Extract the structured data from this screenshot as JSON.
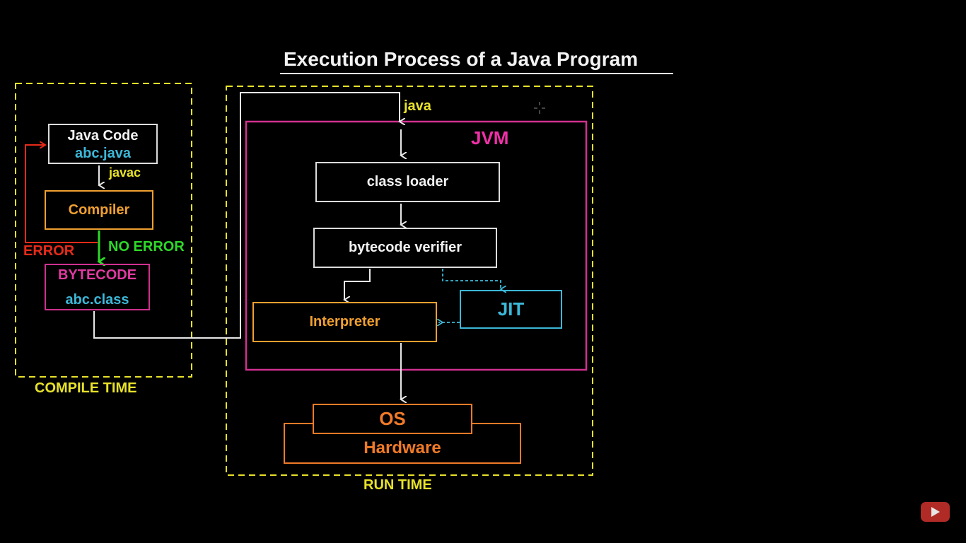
{
  "title": "Execution Process of a Java Program",
  "compile_time": {
    "label": "COMPILE TIME",
    "java_code": {
      "line1": "Java Code",
      "line2": "abc.java"
    },
    "javac": "javac",
    "compiler": "Compiler",
    "error": "ERROR",
    "no_error": "NO ERROR",
    "bytecode": {
      "line1": "BYTECODE",
      "line2": "abc.class"
    }
  },
  "run_time": {
    "label": "RUN TIME",
    "java": "java",
    "jvm": "JVM",
    "class_loader": "class loader",
    "bytecode_verifier": "bytecode verifier",
    "interpreter": "Interpreter",
    "jit": "JIT",
    "os": "OS",
    "hardware": "Hardware"
  },
  "colors": {
    "yellow": "#e8e22a",
    "white": "#e8e8e8",
    "orange": "#f0a030",
    "magenta": "#d0308f",
    "cyan": "#3cb8d8",
    "red": "#e82a1a",
    "green": "#2ed82a",
    "os_orange": "#f07a28"
  },
  "player": {
    "logo": "youtube-icon"
  }
}
